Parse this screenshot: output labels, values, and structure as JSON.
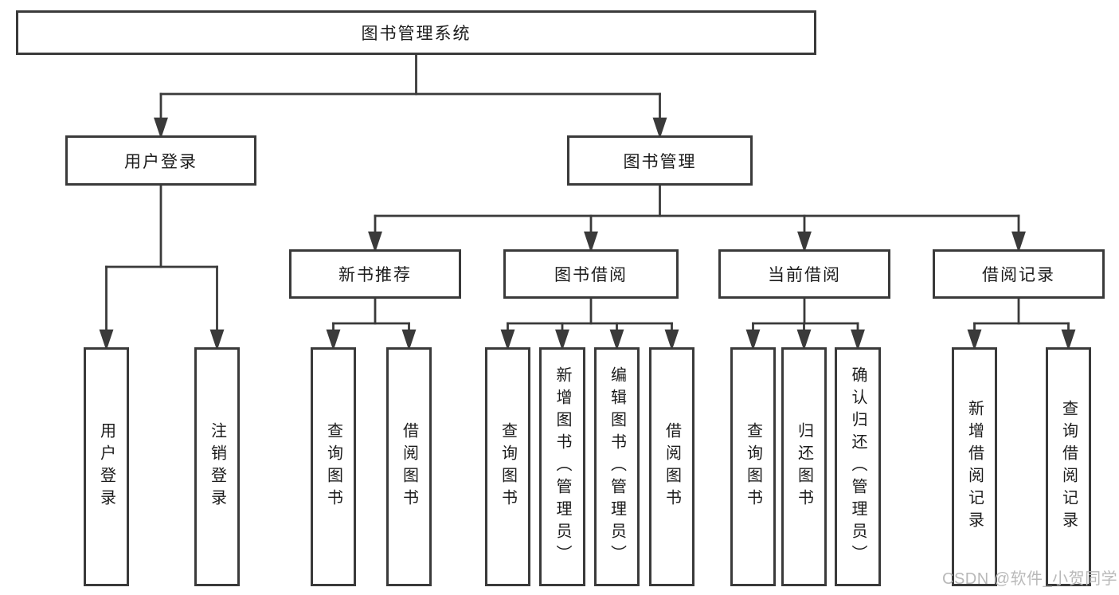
{
  "diagram_type": "hierarchy-tree",
  "tree": {
    "label": "图书管理系统",
    "children": [
      {
        "label": "用户登录",
        "children": [
          {
            "label": "用户登录"
          },
          {
            "label": "注销登录"
          }
        ]
      },
      {
        "label": "图书管理",
        "children": [
          {
            "label": "新书推荐",
            "children": [
              {
                "label": "查询图书"
              },
              {
                "label": "借阅图书"
              }
            ]
          },
          {
            "label": "图书借阅",
            "children": [
              {
                "label": "查询图书"
              },
              {
                "label": "新增图书（管理员）"
              },
              {
                "label": "编辑图书（管理员）"
              },
              {
                "label": "借阅图书"
              }
            ]
          },
          {
            "label": "当前借阅",
            "children": [
              {
                "label": "查询图书"
              },
              {
                "label": "归还图书"
              },
              {
                "label": "确认归还（管理员）"
              }
            ]
          },
          {
            "label": "借阅记录",
            "children": [
              {
                "label": "新增借阅记录"
              },
              {
                "label": "查询借阅记录"
              }
            ]
          }
        ]
      }
    ]
  },
  "watermark": {
    "text": "CSDN @软件_小贺同学"
  },
  "colors": {
    "line": "#3a3a3a",
    "text": "#1c1c1c",
    "watermark": "#b9b9b9",
    "bg": "#ffffff"
  }
}
